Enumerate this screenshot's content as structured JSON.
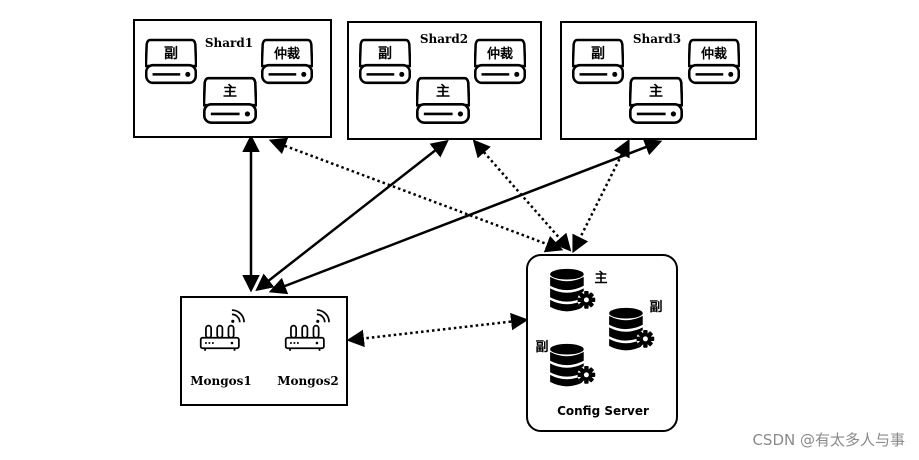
{
  "shards": [
    {
      "name": "Shard1",
      "secondary": "副",
      "primary": "主",
      "arbiter": "仲裁"
    },
    {
      "name": "Shard2",
      "secondary": "副",
      "primary": "主",
      "arbiter": "仲裁"
    },
    {
      "name": "Shard3",
      "secondary": "副",
      "primary": "主",
      "arbiter": "仲裁"
    }
  ],
  "mongos": [
    {
      "name": "Mongos1"
    },
    {
      "name": "Mongos2"
    }
  ],
  "config_server": {
    "title": "Config Server",
    "members": [
      "主",
      "副",
      "副"
    ]
  },
  "watermark": "CSDN @有太多人与事",
  "icons": {
    "shard_member": "disk-drive-icon",
    "mongos": "router-icon",
    "config_member": "database-gear-icon"
  },
  "colors": {
    "stroke": "#000000",
    "fill": "#ffffff"
  }
}
